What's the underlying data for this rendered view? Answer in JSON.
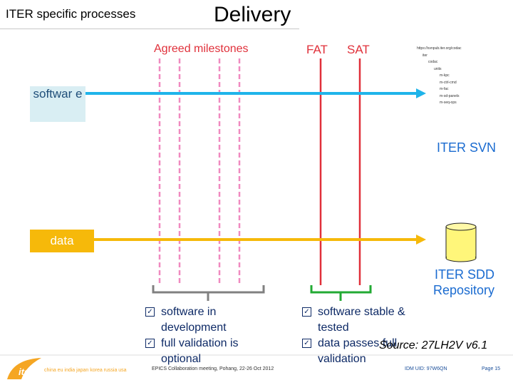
{
  "header": {
    "section": "ITER specific processes",
    "title": "Delivery"
  },
  "milestones": {
    "agreed": "Agreed milestones",
    "fat": "FAT",
    "sat": "SAT"
  },
  "tracks": {
    "software": "softwar e",
    "data": "data"
  },
  "repositories": {
    "svn": "ITER SVN",
    "sdd_line1": "ITER SDD",
    "sdd_line2": "Repository"
  },
  "svn_tree": [
    "https://svnpub.iter.org/codac",
    "iter",
    "codac",
    "units",
    "m-kpc",
    "m-ctrl-cmd",
    "m-fac",
    "m-sd-panels",
    "m-seq-ops"
  ],
  "lists": {
    "left": [
      {
        "line1": "software in",
        "line2": "development"
      },
      {
        "line1": "full validation is",
        "line2": "optional"
      }
    ],
    "right": [
      {
        "line1": "software stable &",
        "line2": "tested"
      },
      {
        "line1": "data passes full",
        "line2": "validation"
      }
    ]
  },
  "source": "Source: 27LH2V v6.1",
  "footer": {
    "meeting": "EPICS Collaboration meeting, Pohang, 22-26 Oct 2012",
    "idm": "IDM UID: 97W6QN",
    "page": "Page 15",
    "logo": "iter",
    "slogan": "china eu india japan korea russia usa"
  },
  "colors": {
    "software_arrow": "#1fb4ea",
    "data_arrow": "#f6b90a",
    "milestone_pink": "#f08ac0",
    "milestone_red": "#e0303a",
    "bracket_green": "#22aa33",
    "bracket_gray": "#808080",
    "logo_orange": "#f5a623"
  }
}
